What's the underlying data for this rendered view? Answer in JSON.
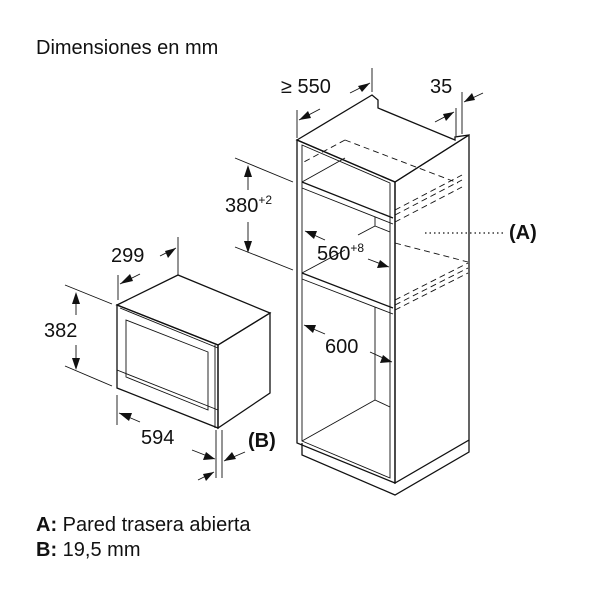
{
  "title": "Dimensiones en mm",
  "dimensions": {
    "microwave_depth": "299",
    "microwave_height": "382",
    "microwave_width": "594",
    "cabinet_depth": "≥ 550",
    "cabinet_offset": "35",
    "niche_height": "380",
    "niche_height_tol": "+2",
    "niche_width": "560",
    "niche_width_tol": "+8",
    "cabinet_inner_width": "600"
  },
  "markers": {
    "a": "(A)",
    "b": "(B)"
  },
  "legend": [
    {
      "key": "A:",
      "text": "Pared trasera abierta"
    },
    {
      "key": "B:",
      "text": "19,5 mm"
    }
  ]
}
